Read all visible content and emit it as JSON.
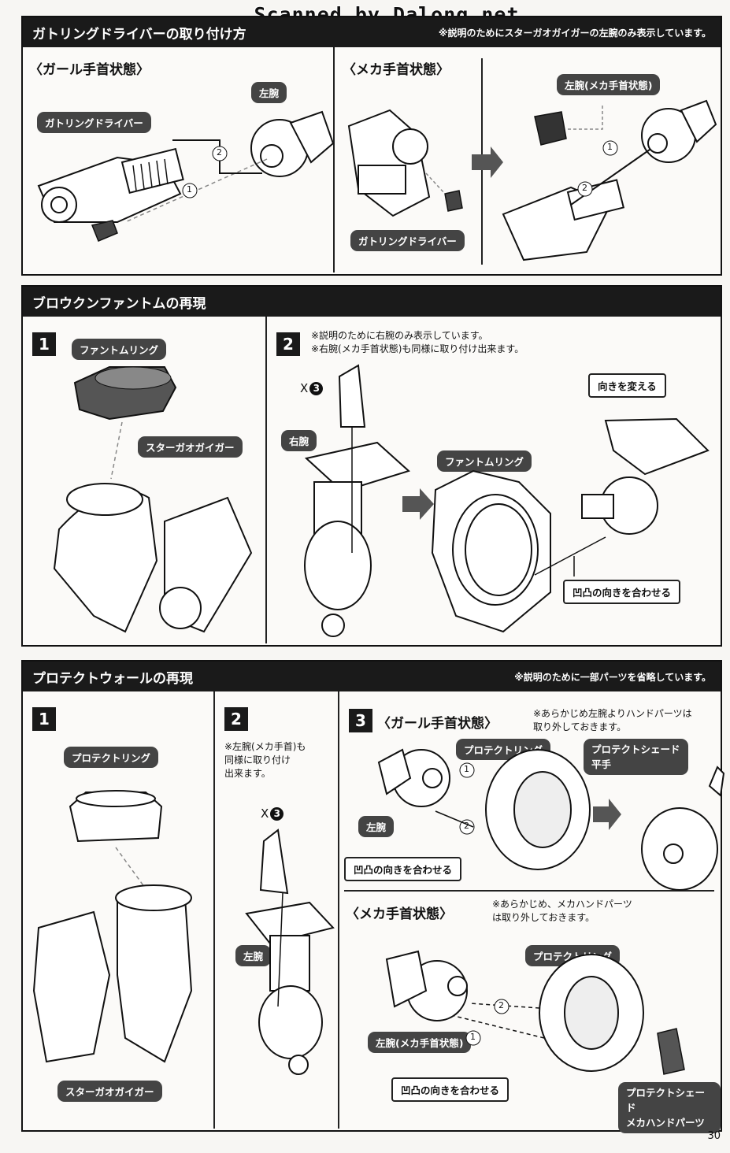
{
  "watermark": "Scanned by Dalong.net",
  "page_number": "30",
  "section1": {
    "title": "ガトリングドライバーの取り付け方",
    "note": "※説明のためにスターガオガイガーの左腕のみ表示しています。",
    "girl": {
      "title": "〈ガール手首状態〉",
      "label_gatling": "ガトリングドライバー",
      "label_left_arm": "左腕",
      "step1": "1",
      "step2": "2"
    },
    "mecha": {
      "title": "〈メカ手首状態〉",
      "label_gatling": "ガトリングドライバー",
      "label_left_arm": "左腕(メカ手首状態)",
      "step1": "1",
      "step2": "2"
    }
  },
  "section2": {
    "title": "ブロウクンファントムの再現",
    "step1": {
      "num": "1",
      "label_ring": "ファントムリング",
      "label_star": "スターガオガイガー"
    },
    "step2": {
      "num": "2",
      "note": "※説明のために右腕のみ表示しています。\n※右腕(メカ手首状態)も同様に取り付け出来ます。",
      "times_prefix": "X",
      "times_count": "3",
      "label_right_arm": "右腕",
      "label_phantom": "ファントムリング",
      "label_turn": "向きを変える",
      "label_align": "凹凸の向きを合わせる"
    }
  },
  "section3": {
    "title": "プロテクトウォールの再現",
    "note": "※説明のために一部パーツを省略しています。",
    "step1": {
      "num": "1",
      "label_ring": "プロテクトリング",
      "label_star": "スターガオガイガー"
    },
    "step2": {
      "num": "2",
      "note": "※左腕(メカ手首)も\n同様に取り付け\n出来ます。",
      "times_prefix": "X",
      "times_count": "3",
      "label_left_arm": "左腕"
    },
    "step3": {
      "num": "3",
      "title": "〈ガール手首状態〉",
      "note": "※あらかじめ左腕よりハンドパーツは\n取り外しておきます。",
      "label_ring": "プロテクトリング",
      "label_shade": "プロテクトシェード\n平手",
      "label_left_arm": "左腕",
      "label_align": "凹凸の向きを合わせる",
      "step1": "1",
      "step2": "2"
    },
    "mecha": {
      "title": "〈メカ手首状態〉",
      "note": "※あらかじめ、メカハンドパーツ\nは取り外しておきます。",
      "label_ring": "プロテクトリング",
      "label_left_arm": "左腕(メカ手首状態)",
      "label_align": "凹凸の向きを合わせる",
      "label_shade": "プロテクトシェード\nメカハンドパーツ",
      "step1": "1",
      "step2": "2"
    }
  }
}
